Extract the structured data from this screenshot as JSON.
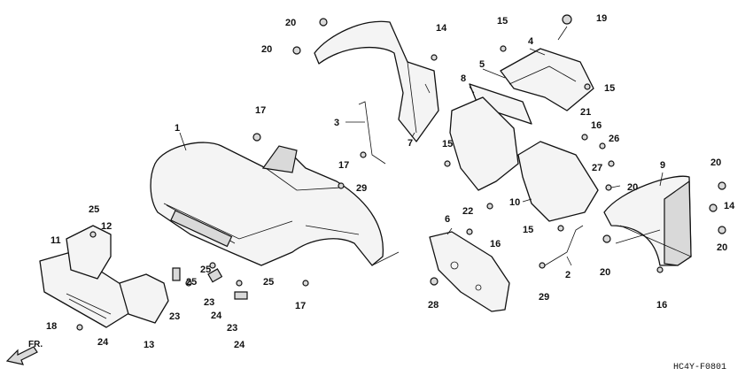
{
  "diagram": {
    "drawing_code": "HC4Y-F0801",
    "direction_label": "FR.",
    "callouts": {
      "c1": "1",
      "c2": "2",
      "c3": "3",
      "c4": "4",
      "c5": "5",
      "c6": "6",
      "c7": "7",
      "c8": "8",
      "c9": "9",
      "c10": "10",
      "c11": "11",
      "c12": "12",
      "c13": "13",
      "c14a": "14",
      "c14b": "14",
      "c15a": "15",
      "c15b": "15",
      "c15c": "15",
      "c15d": "15",
      "c16a": "16",
      "c16b": "16",
      "c16c": "16",
      "c17a": "17",
      "c17b": "17",
      "c17c": "17",
      "c18": "18",
      "c19": "19",
      "c20a": "20",
      "c20b": "20",
      "c20c": "20",
      "c20d": "20",
      "c20e": "20",
      "c20f": "20",
      "c21": "21",
      "c22": "22",
      "c23a": "23",
      "c23b": "23",
      "c23c": "23",
      "c24a": "24",
      "c24b": "24",
      "c24c": "24",
      "c25a": "25",
      "c25b": "25",
      "c25c": "25",
      "c25d": "25",
      "c26": "26",
      "c27": "27",
      "c28": "28",
      "c29a": "29",
      "c29b": "29"
    }
  }
}
